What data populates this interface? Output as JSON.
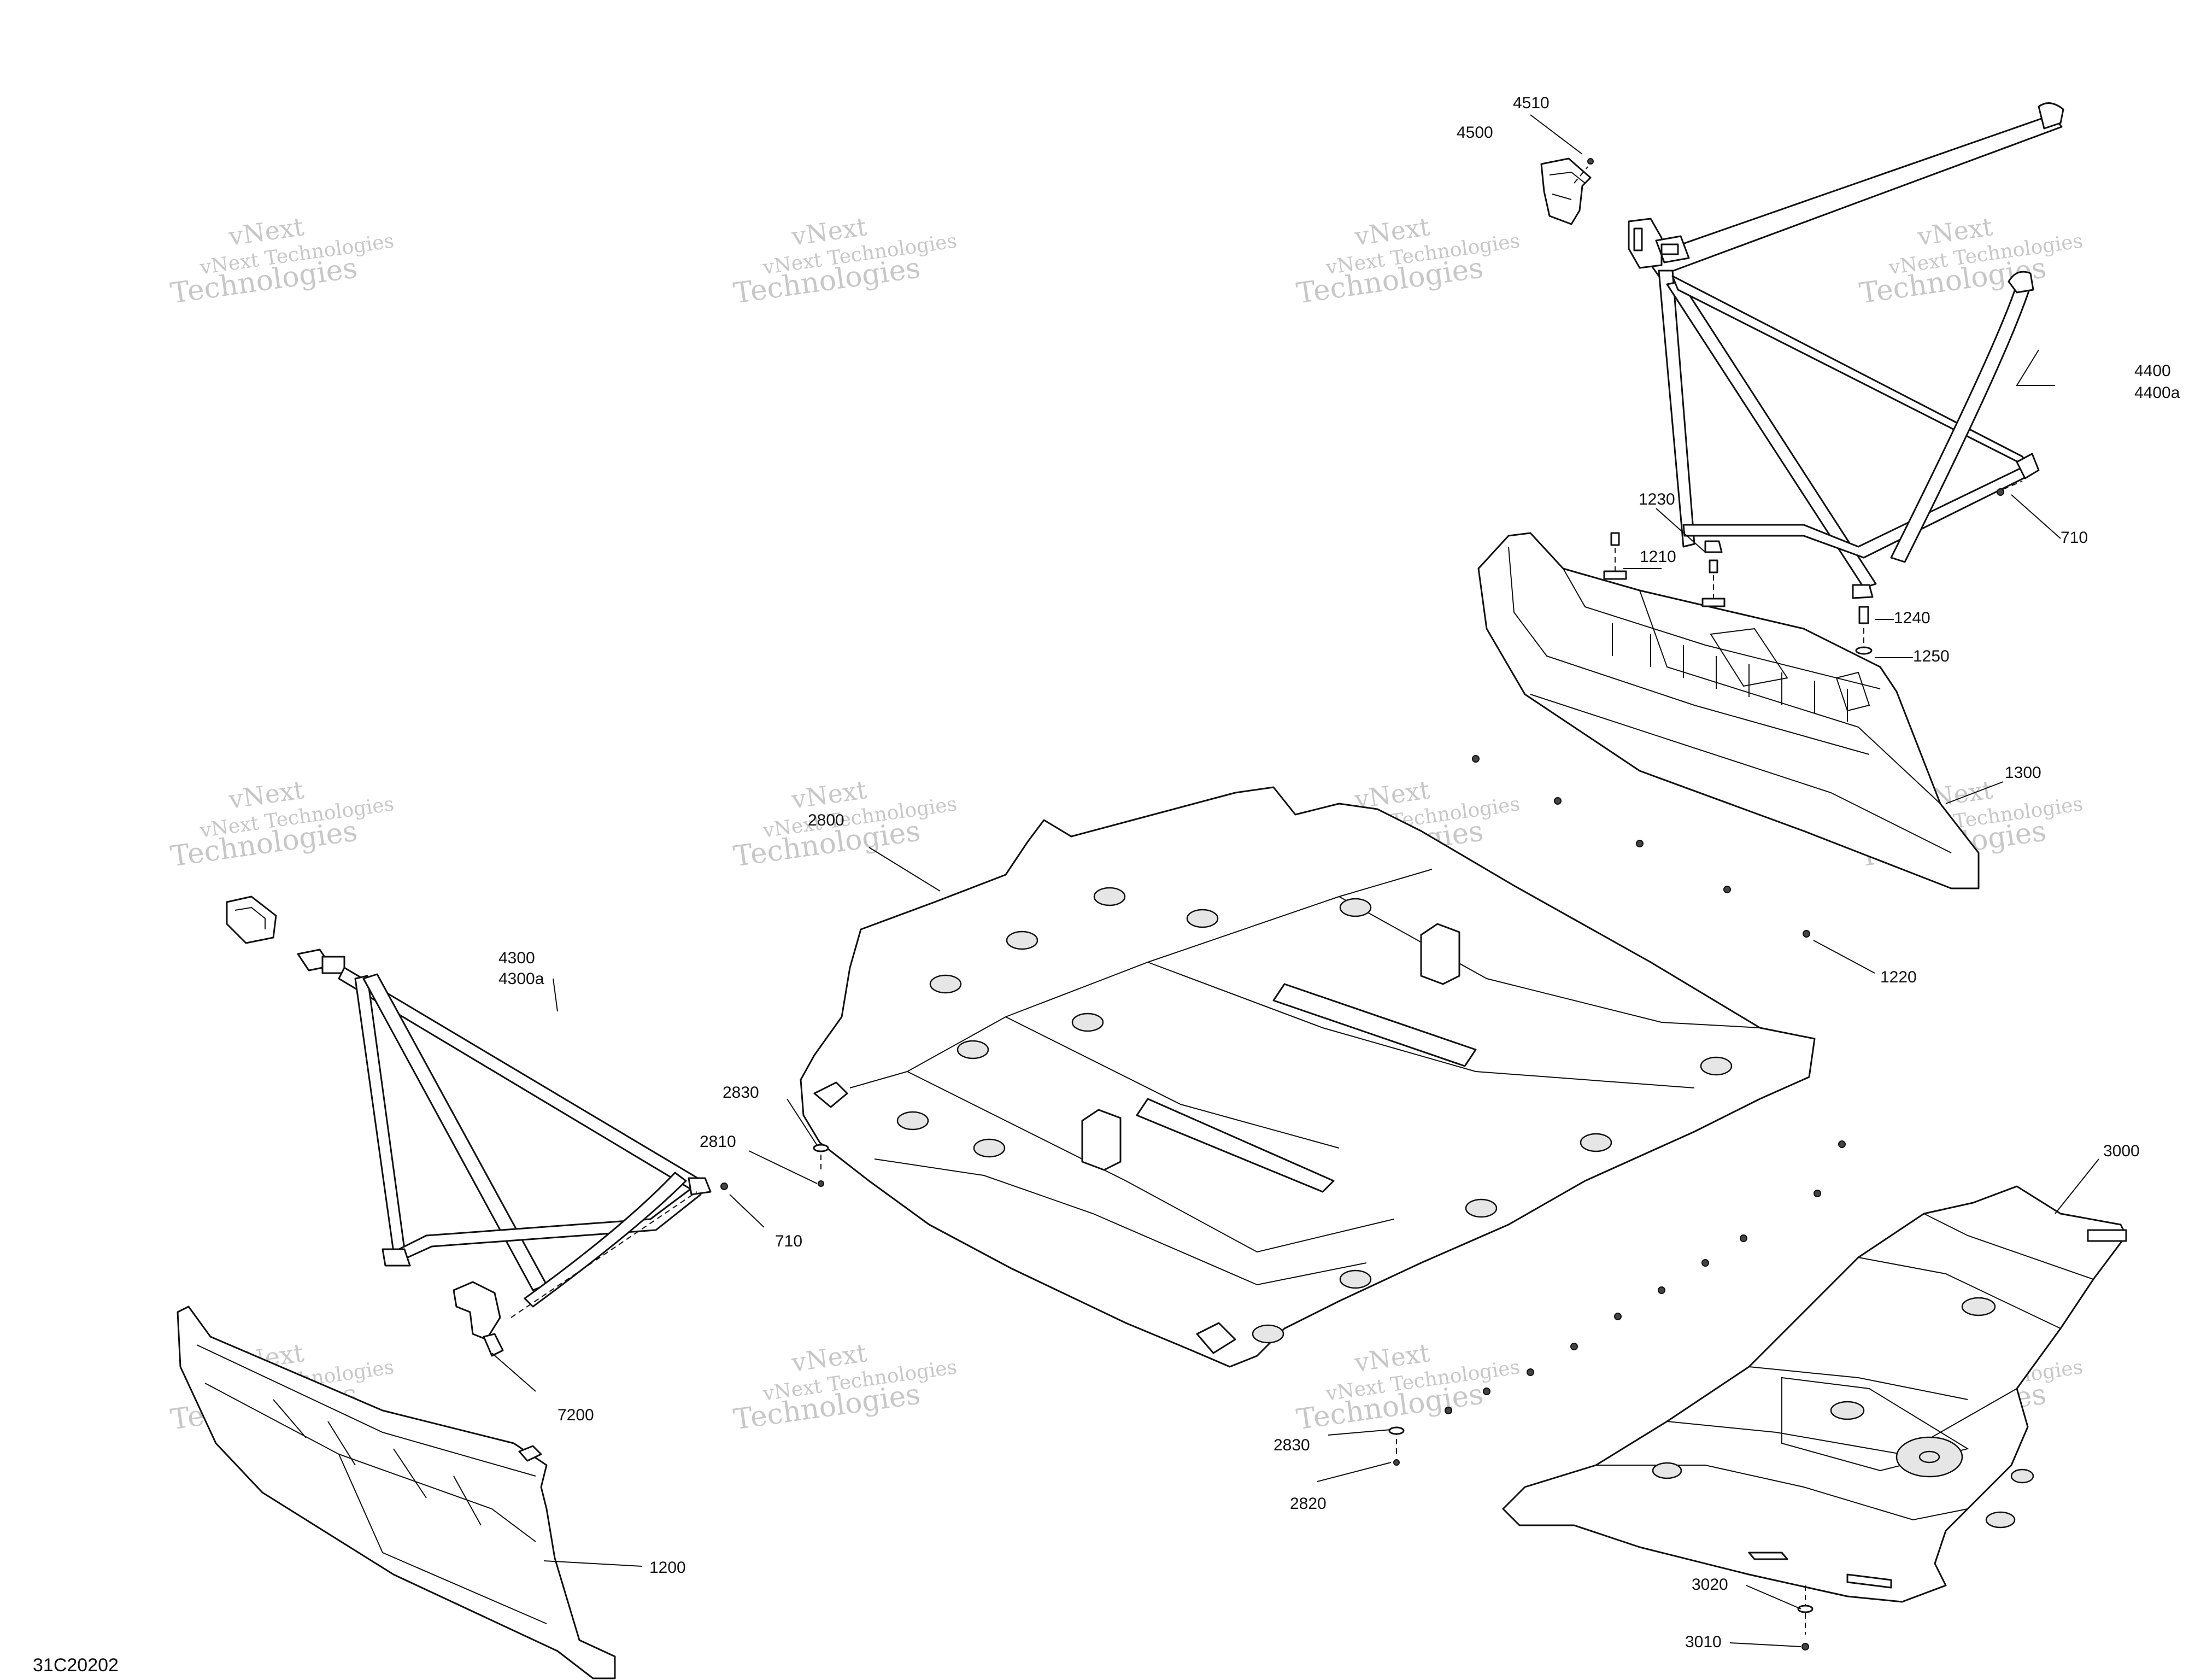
{
  "watermark": {
    "line1": "vNext Technologies",
    "line2": "vNext",
    "line3": "Technologies"
  },
  "document_id": "31C20202",
  "callouts": {
    "c4510": "4510",
    "c4500": "4500",
    "c4400": "4400",
    "c4400a": "4400a",
    "c710_top": "710",
    "c1230": "1230",
    "c1210": "1210",
    "c1240": "1240",
    "c1250": "1250",
    "c1300": "1300",
    "c1220": "1220",
    "c2800": "2800",
    "c4300": "4300",
    "c4300a": "4300a",
    "c2830_left": "2830",
    "c2810": "2810",
    "c710_left": "710",
    "c7200": "7200",
    "c1200": "1200",
    "c3000": "3000",
    "c2830_bottom": "2830",
    "c2820": "2820",
    "c3020": "3020",
    "c3010": "3010"
  }
}
